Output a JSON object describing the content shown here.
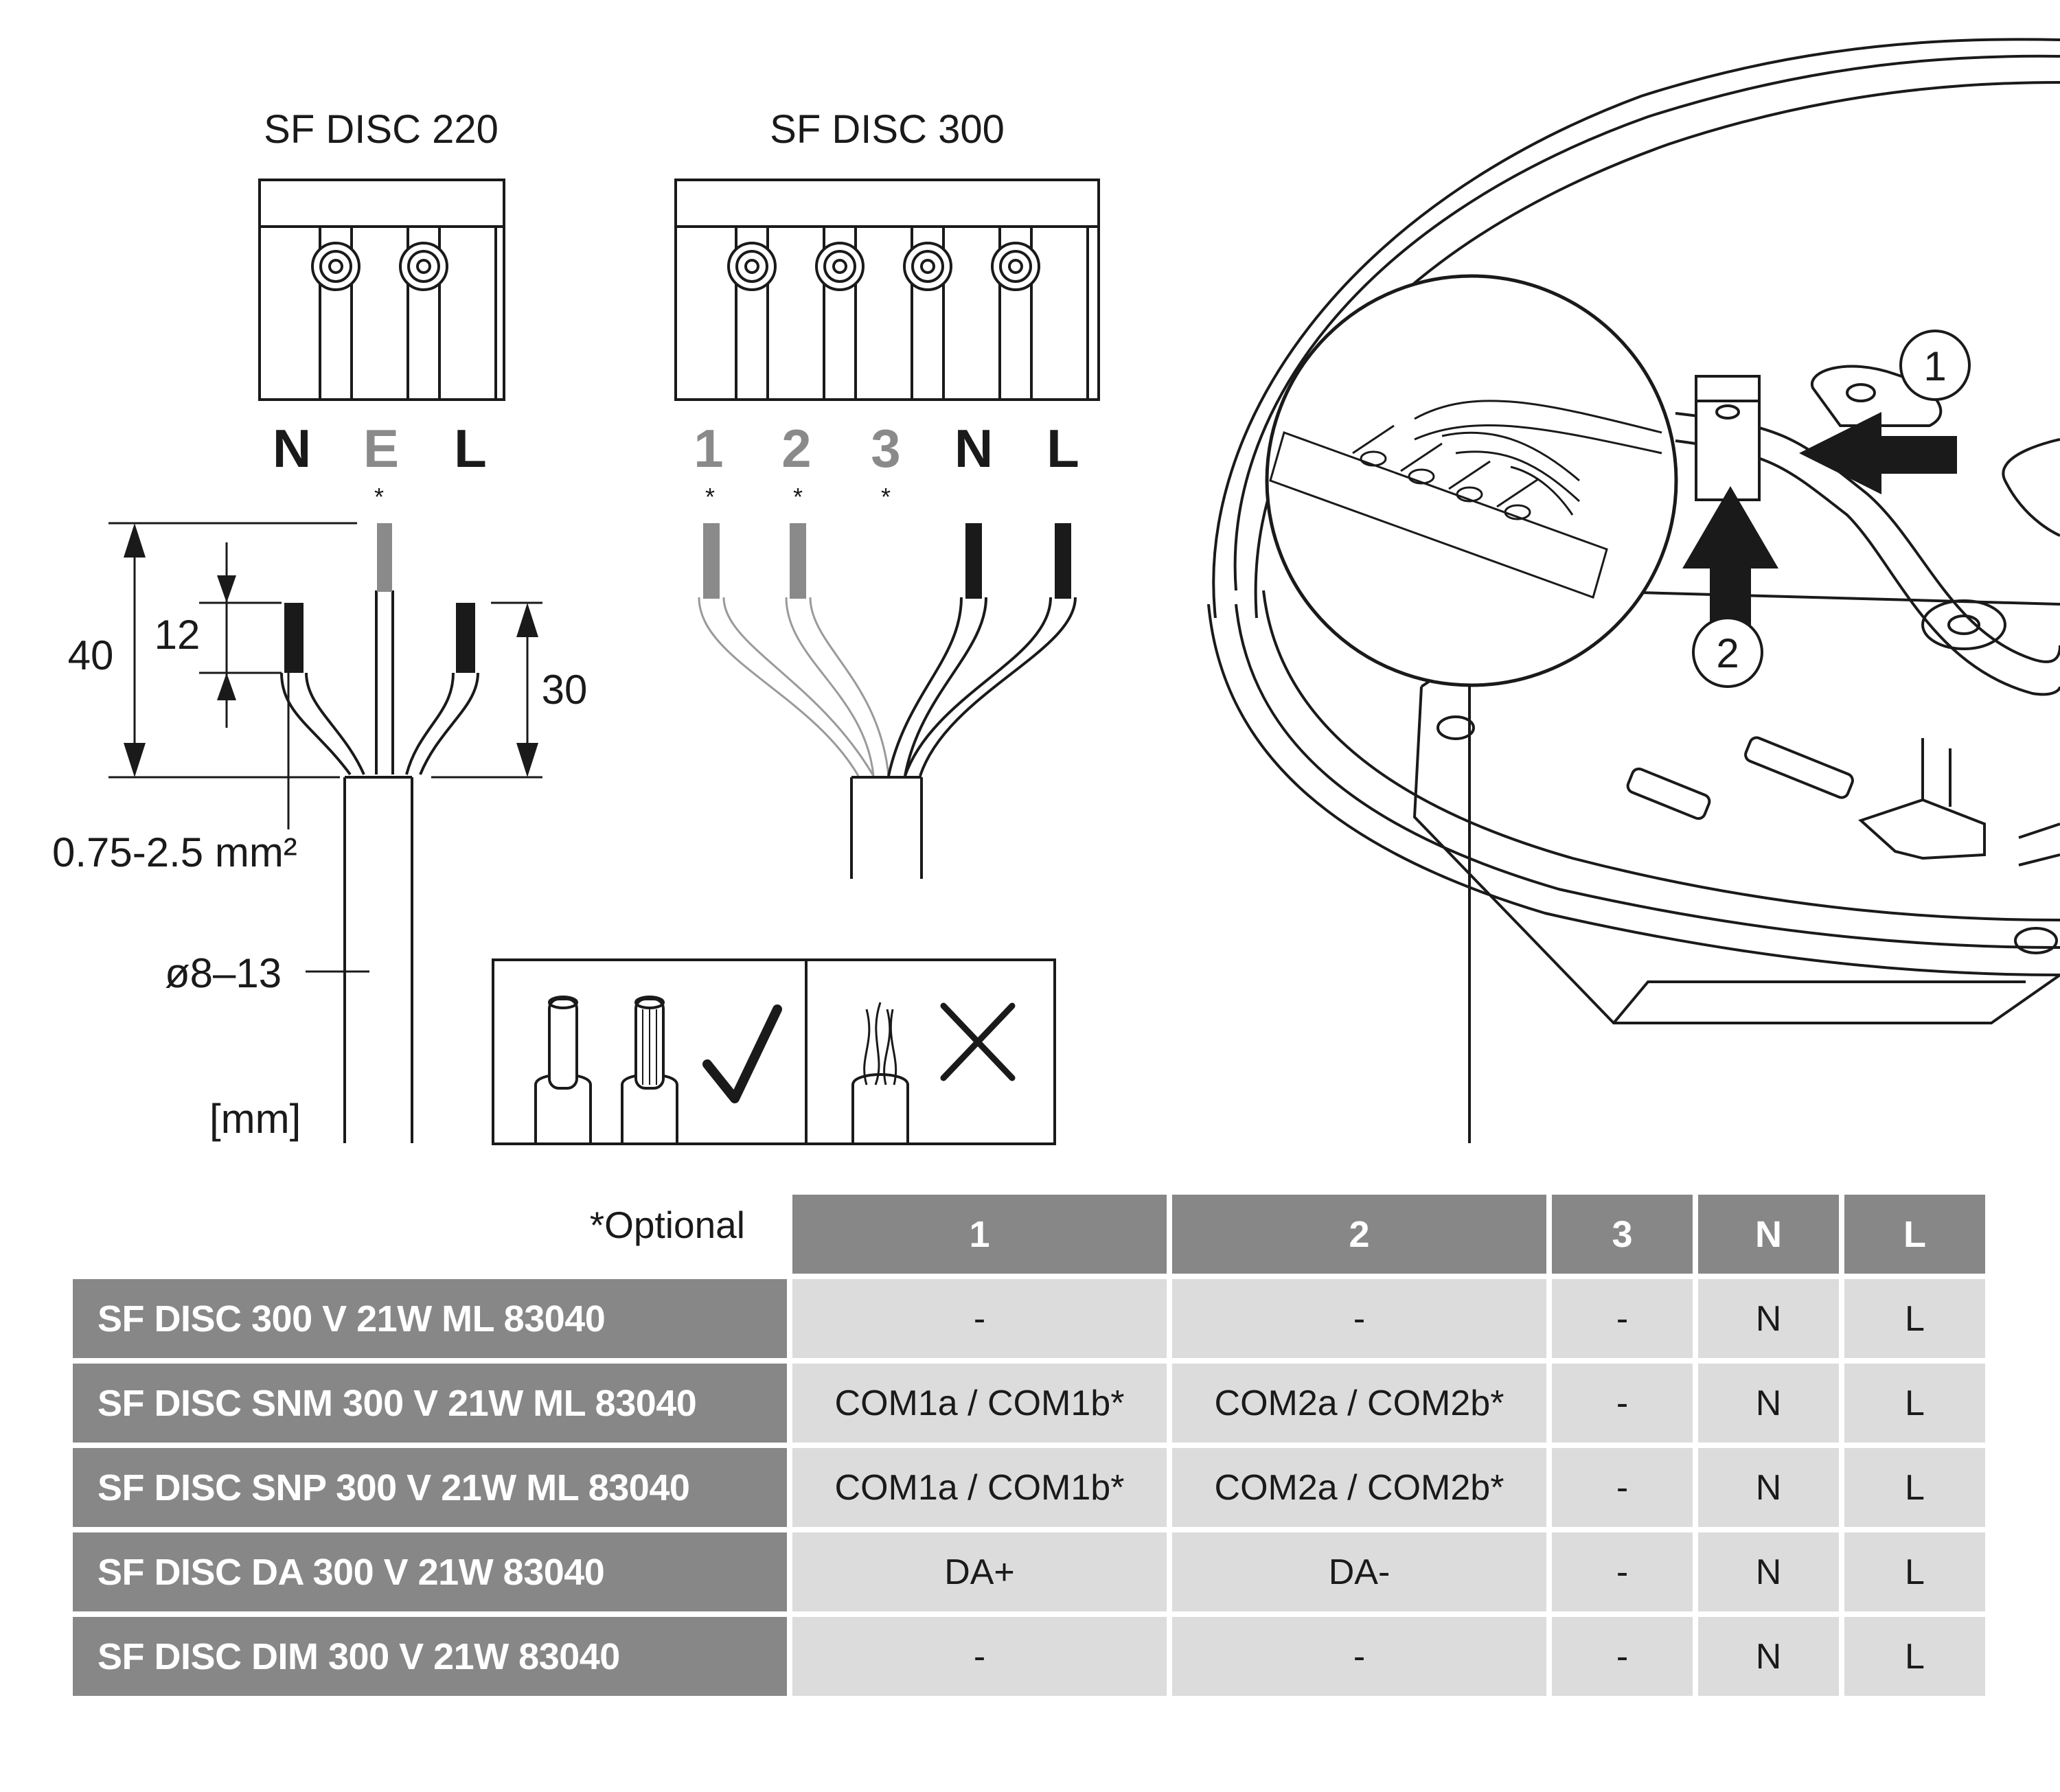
{
  "diagram": {
    "disc220_title": "SF DISC 220",
    "disc300_title": "SF DISC 300",
    "terminals_220": [
      "N",
      "E",
      "L"
    ],
    "terminals_300": [
      "1",
      "2",
      "3",
      "N",
      "L"
    ],
    "asterisk": "*",
    "dim_40": "40",
    "dim_12": "12",
    "dim_30": "30",
    "wire_section": "0.75-2.5 mm²",
    "cable_diameter": "ø8–13",
    "unit": "[mm]",
    "callout_1": "1",
    "callout_2": "2",
    "colors": {
      "line": "#1a1a1a",
      "optional_grey": "#8a8a8a",
      "header_grey": "#878787",
      "cell_grey": "#dcdcdc"
    }
  },
  "table": {
    "note": "*Optional",
    "headers": [
      "1",
      "2",
      "3",
      "N",
      "L"
    ],
    "rows": [
      {
        "name": "SF DISC 300 V 21W ML 83040",
        "cells": [
          "-",
          "-",
          "-",
          "N",
          "L"
        ]
      },
      {
        "name": "SF DISC SNM 300 V 21W ML 83040",
        "cells": [
          "COM1a / COM1b*",
          "COM2a / COM2b*",
          "-",
          "N",
          "L"
        ]
      },
      {
        "name": "SF DISC SNP 300 V 21W ML 83040",
        "cells": [
          "COM1a / COM1b*",
          "COM2a / COM2b*",
          "-",
          "N",
          "L"
        ]
      },
      {
        "name": "SF DISC DA 300 V 21W 83040",
        "cells": [
          "DA+",
          "DA-",
          "-",
          "N",
          "L"
        ]
      },
      {
        "name": "SF DISC DIM 300 V 21W 83040",
        "cells": [
          "-",
          "-",
          "-",
          "N",
          "L"
        ]
      }
    ]
  }
}
